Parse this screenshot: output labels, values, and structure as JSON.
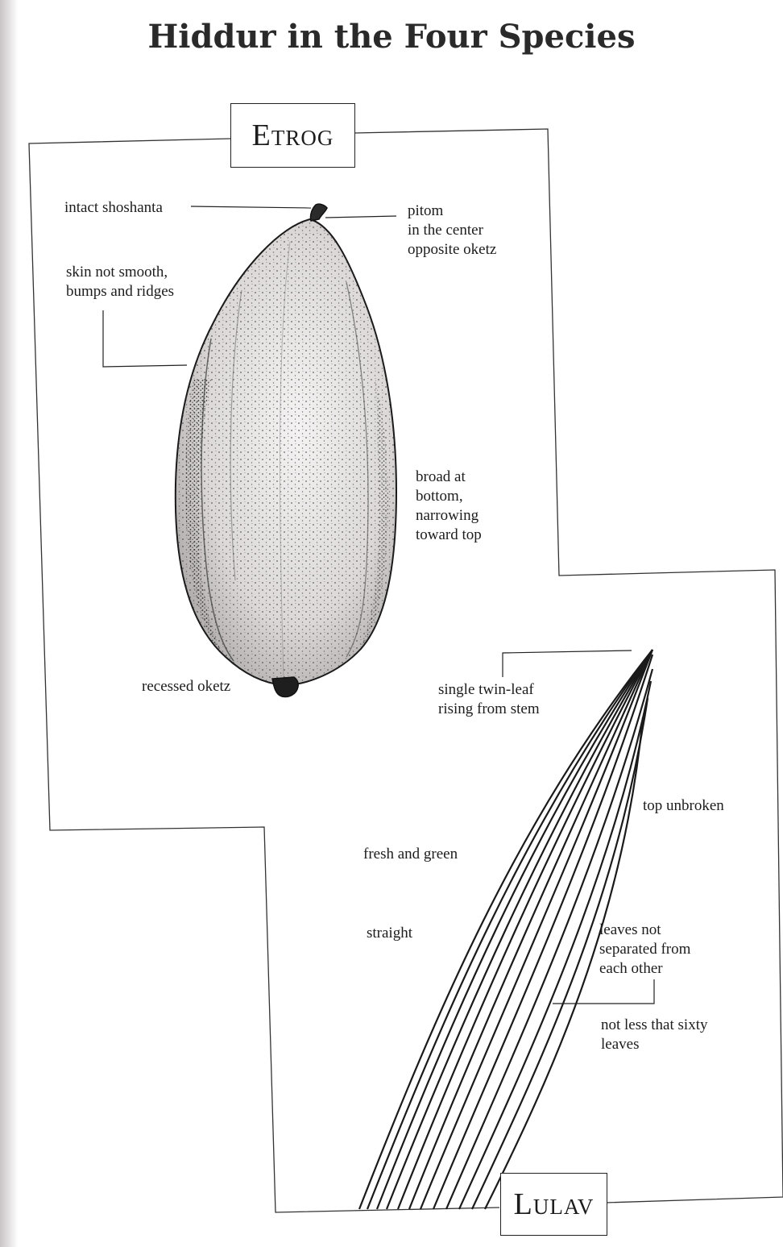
{
  "title": "Hiddur in the Four Species",
  "etrog": {
    "box_label": "Etrog",
    "labels": {
      "intact_shoshanta": "intact shoshanta",
      "pitom": "pitom\nin the center\nopposite oketz",
      "skin": "skin not smooth,\nbumps and ridges",
      "broad": "broad at\nbottom,\nnarrowing\ntoward top",
      "recessed_oketz": "recessed oketz"
    }
  },
  "lulav": {
    "box_label": "Lulav",
    "labels": {
      "twin_leaf": "single twin-leaf\nrising from stem",
      "top_unbroken": "top unbroken",
      "fresh_green": "fresh and green",
      "straight": "straight",
      "leaves_not_separated": "leaves not\nseparated from\neach other",
      "sixty_leaves": "not less that sixty\nleaves"
    }
  }
}
